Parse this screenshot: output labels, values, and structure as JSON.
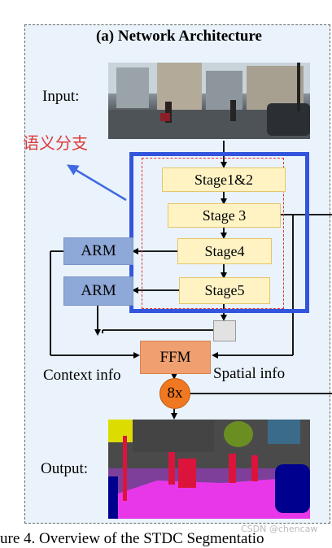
{
  "title": "(a) Network Architecture",
  "labels": {
    "input": "Input:",
    "output": "Output:",
    "semantic_branch": "语义分支",
    "context_info": "Context info",
    "spatial_info": "Spatial info"
  },
  "stages": [
    "Stage1&2",
    "Stage 3",
    "Stage4",
    "Stage5"
  ],
  "arm": [
    "ARM",
    "ARM"
  ],
  "ffm": "FFM",
  "upsample": "8x",
  "watermark": "CSDN @chencaw",
  "caption": "ure 4. Overview of the STDC Segmentatio",
  "colors": {
    "panel_bg": "#eaf3fb",
    "stage_fill": "#fff3c4",
    "arm_fill": "#8ea8d8",
    "ffm_fill": "#f0a070",
    "upsample_fill": "#f07820",
    "highlight_box": "#3355dd",
    "dashed_box": "#e53333"
  }
}
